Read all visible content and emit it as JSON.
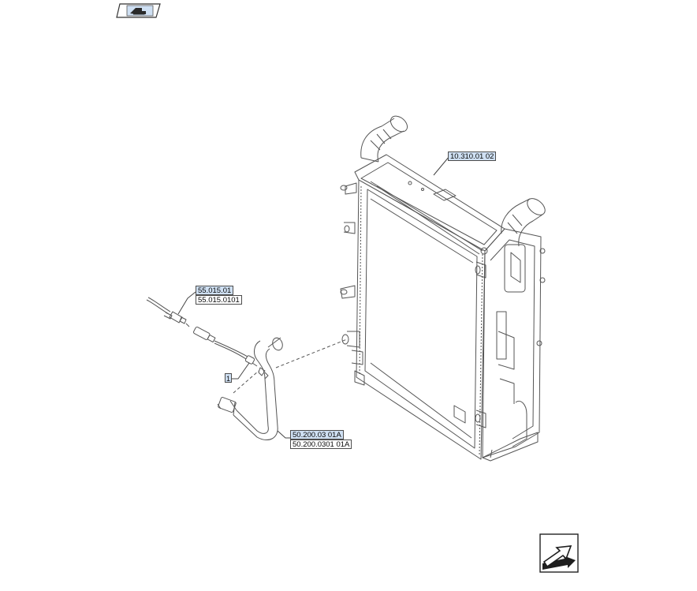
{
  "labels": {
    "radiator_ref": "10.310.01 02",
    "cable_ref_link": "55.015.01",
    "cable_ref": "55.015.0101",
    "item_number": "1",
    "pipe_ref_link": "50.200.03 01A",
    "pipe_ref": "50.200.0301 01A"
  },
  "icons": {
    "top_left": "book-with-arrow-icon",
    "bottom_right": "forward-arrow-icon"
  },
  "colors": {
    "link_background": "#cfe0f3",
    "line": "#555555",
    "border": "#4d4d4d"
  }
}
